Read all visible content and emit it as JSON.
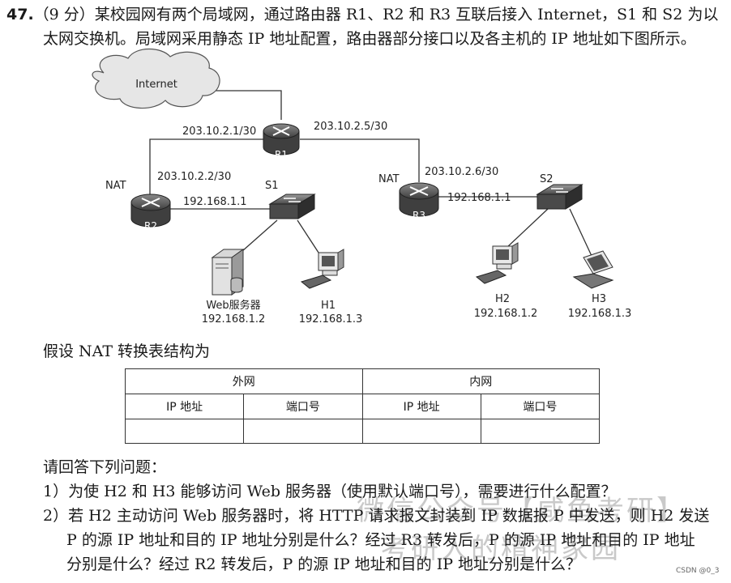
{
  "question": {
    "number": "47.",
    "line1": "（9 分）某校园网有两个局域网，通过路由器 R1、R2 和 R3 互联后接入 Internet，S1 和 S2 为以",
    "line2": "太网交换机。局域网采用静态 IP 地址配置，路由器部分接口以及各主机的 IP 地址如下图所示。"
  },
  "diagram": {
    "internet": "Internet",
    "r1": {
      "name": "R1",
      "left_ip": "203.10.2.1/30",
      "right_ip": "203.10.2.5/30"
    },
    "r2": {
      "name": "R2",
      "nat": "NAT",
      "wan_ip": "203.10.2.2/30",
      "lan_ip": "192.168.1.1"
    },
    "r3": {
      "name": "R3",
      "nat": "NAT",
      "wan_ip": "203.10.2.6/30",
      "lan_ip": "192.168.1.1"
    },
    "s1": "S1",
    "s2": "S2",
    "web": {
      "name": "Web服务器",
      "ip": "192.168.1.2"
    },
    "h1": {
      "name": "H1",
      "ip": "192.168.1.3"
    },
    "h2": {
      "name": "H2",
      "ip": "192.168.1.2"
    },
    "h3": {
      "name": "H3",
      "ip": "192.168.1.3"
    }
  },
  "nat_intro": "假设 NAT 转换表结构为",
  "nat_table": {
    "outer": "外网",
    "inner": "内网",
    "ip": "IP 地址",
    "port": "端口号"
  },
  "answer_intro": "请回答下列问题：",
  "q1": "1）为使 H2 和 H3 能够访问 Web 服务器（使用默认端口号），需要进行什么配置？",
  "q2_line1": "2）若 H2 主动访问 Web 服务器时，将 HTTP 请求报文封装到 IP 数据报 P 中发送，则 H2 发送",
  "q2_line2": "P 的源 IP 地址和目的 IP 地址分别是什么？经过 R3 转发后，P 的源 IP 地址和目的 IP 地址",
  "q2_line3": "分别是什么？经过 R2 转发后，P 的源 IP 地址和目的 IP 地址分别是什么？",
  "watermark1": "微信公众号【咸鱼考研】",
  "watermark2": "考研人的精神家园",
  "footer": "CSDN @0_3"
}
